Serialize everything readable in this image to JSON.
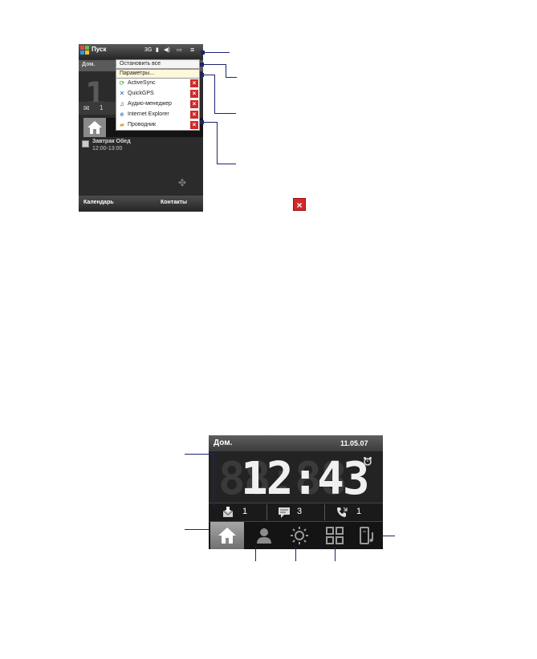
{
  "top_screen": {
    "start_label": "Пуск",
    "status_network": "3G",
    "home_label": "Дом.",
    "clock_fragment": "1",
    "mail_count": "1",
    "menu": {
      "stop_all": "Остановить все",
      "parameters": "Параметры...",
      "close_symbol": "×",
      "programs": [
        {
          "name": "ActiveSync",
          "icon": "sync-icon"
        },
        {
          "name": "QuickGPS",
          "icon": "satellite-icon"
        },
        {
          "name": "Аудио-менеджер",
          "icon": "audio-manager-icon"
        },
        {
          "name": "Internet Explorer",
          "icon": "internet-explorer-icon"
        },
        {
          "name": "Проводник",
          "icon": "folder-icon"
        }
      ]
    },
    "appointment": {
      "title": "Завтрак Обед",
      "time": "12:00-13:00"
    },
    "softkeys": {
      "left": "Календарь",
      "right": "Контакты"
    }
  },
  "close_icon_symbol": "×",
  "bottom_screen": {
    "title": "Дом.",
    "date": "11.05.07",
    "time": "12:43",
    "ghost_digits": "88:88",
    "counters": [
      {
        "icon": "mail-icon",
        "value": "1"
      },
      {
        "icon": "sms-icon",
        "value": "3"
      },
      {
        "icon": "missed-call-icon",
        "value": "1"
      }
    ],
    "tabs": [
      "home-tab",
      "people-tab",
      "weather-tab",
      "launcher-tab",
      "music-tab"
    ]
  },
  "colors": {
    "callout": "#1c2470",
    "close_red": "#d12a2a",
    "device_bg": "#2b2b2b"
  }
}
